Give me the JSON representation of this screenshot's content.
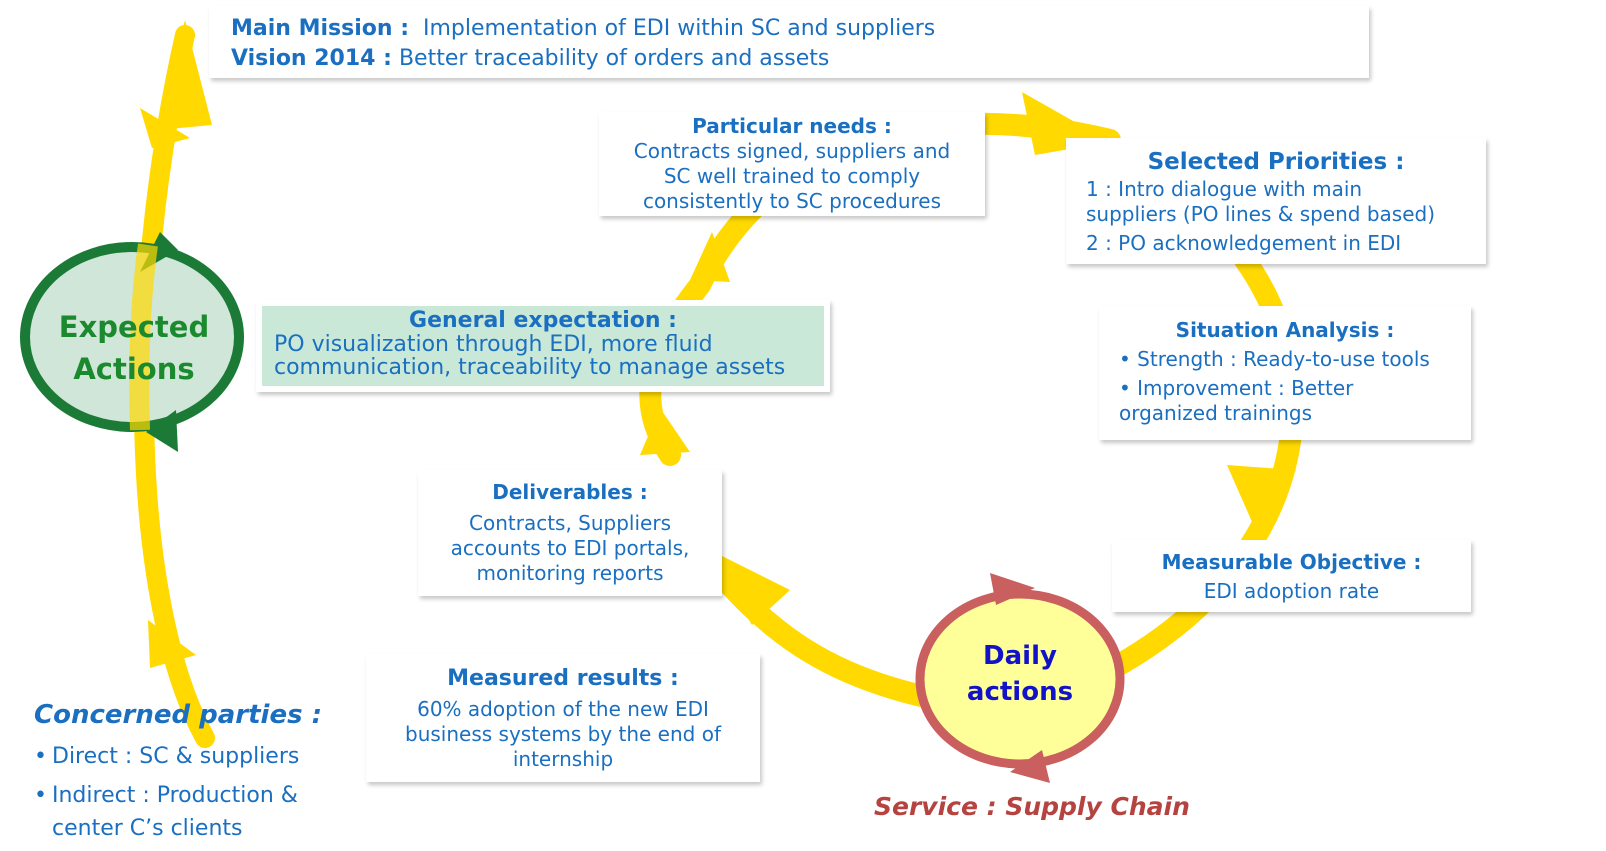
{
  "colors": {
    "arrow_yellow": "#ffd900",
    "expected_ring": "#1b7b36",
    "expected_fill": "#cfe6d8",
    "daily_ring": "#c95f5f",
    "daily_fill": "#ffff99",
    "text_blue": "#1a6fc1"
  },
  "mission": {
    "main_label": "Main Mission :",
    "main_text": "Implementation of EDI within SC and suppliers",
    "vision_label": "Vision 2014 :",
    "vision_text": "Better traceability  of orders and assets"
  },
  "particular_needs": {
    "title": "Particular needs :",
    "lines": [
      "Contracts signed, suppliers and",
      "SC well trained to comply",
      "consistently to SC procedures"
    ]
  },
  "selected_priorities": {
    "title": "Selected Priorities :",
    "lines": [
      "1 : Intro dialogue with main",
      "suppliers (PO lines & spend based)",
      "2 : PO acknowledgement in EDI"
    ]
  },
  "general_expectation": {
    "title": "General expectation :",
    "lines": [
      "PO visualization through EDI, more fluid",
      "communication, traceability to manage assets"
    ]
  },
  "situation_analysis": {
    "title": "Situation Analysis :",
    "lines": [
      "• Strength : Ready-to-use tools",
      "•  Improvement : Better",
      "organized trainings"
    ]
  },
  "deliverables": {
    "title": "Deliverables :",
    "lines": [
      "Contracts, Suppliers",
      "accounts to EDI portals,",
      "monitoring reports"
    ]
  },
  "measurable_objective": {
    "title": "Measurable Objective :",
    "lines": [
      "EDI adoption rate"
    ]
  },
  "measured_results": {
    "title": "Measured results :",
    "lines": [
      "60% adoption of the new EDI",
      "business systems by the end of",
      "internship"
    ]
  },
  "expected_actions": {
    "lines": [
      "Expected",
      "Actions"
    ]
  },
  "daily_actions": {
    "lines": [
      "Daily",
      "actions"
    ]
  },
  "concerned_parties": {
    "title": "Concerned parties :",
    "items": [
      "Direct : SC & suppliers",
      "Indirect : Production & center C’s clients"
    ]
  },
  "service": "Service :  Supply Chain"
}
